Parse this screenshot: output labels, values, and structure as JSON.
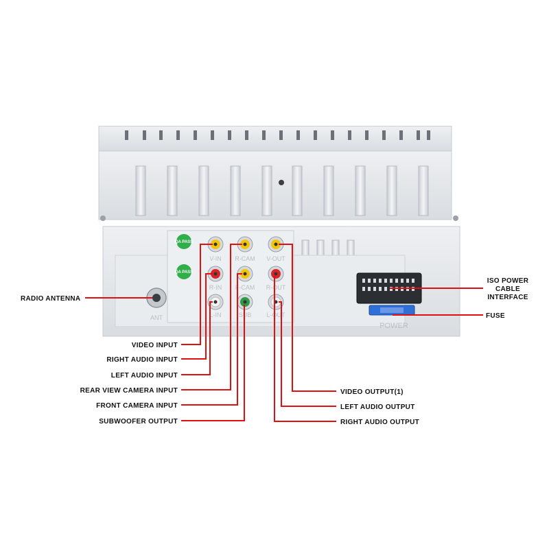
{
  "labels": {
    "radio_antenna": "RADIO ANTENNA",
    "video_input": "VIDEO INPUT",
    "right_audio_input": "RIGHT AUDIO INPUT",
    "left_audio_input": "LEFT AUDIO INPUT",
    "rear_view_camera_input": "REAR VIEW CAMERA INPUT",
    "front_camera_input": "FRONT CAMERA INPUT",
    "subwoofer_output": "SUBWOOFER OUTPUT",
    "video_output": "VIDEO OUTPUT(1)",
    "left_audio_output": "LEFT AUDIO OUTPUT",
    "right_audio_output": "RIGHT AUDIO OUTPUT",
    "iso_power_line1": "ISO POWER",
    "iso_power_line2": "CABLE",
    "iso_power_line3": "INTERFACE",
    "fuse": "FUSE"
  },
  "panel_markings": {
    "ant": "ANT",
    "power": "POWER",
    "v_in": "V-IN",
    "r_cam": "R-CAM",
    "v_out": "V-OUT",
    "l_in": "L-IN",
    "f_cam": "F-CAM",
    "r_out": "R-OUT",
    "r_in": "R-IN",
    "sub": "SUB",
    "l_out": "L-OUT",
    "badge_top": "QA PASS",
    "badge_bottom": "QA PASS"
  },
  "colors": {
    "leader_line": "#e01010",
    "chassis": "#e3e6ea",
    "jack_yellow": "#f2c40a",
    "jack_red": "#d8252a",
    "jack_white": "#f4f4f4",
    "jack_green": "#2e9a48",
    "qa_badge": "#2fae4a",
    "fuse_blue": "#2f6fd6"
  }
}
